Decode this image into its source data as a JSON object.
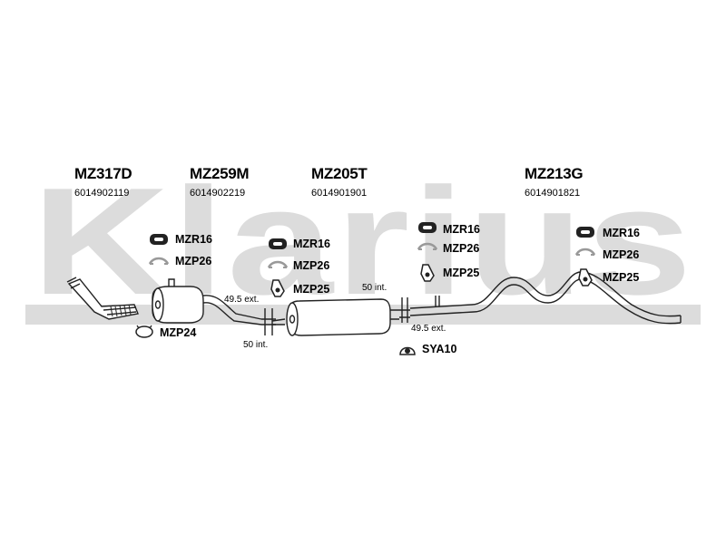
{
  "watermark": "Klarius",
  "parts": [
    {
      "code": "MZ317D",
      "ref": "6014902119"
    },
    {
      "code": "MZ259M",
      "ref": "6014902219"
    },
    {
      "code": "MZ205T",
      "ref": "6014901901"
    },
    {
      "code": "MZ213G",
      "ref": "6014901821"
    }
  ],
  "fittings": {
    "g1": {
      "rubber": "MZR16",
      "clamp": "MZP26"
    },
    "g2": {
      "rubber": "MZR16",
      "clamp": "MZP26",
      "bracket": "MZP25"
    },
    "g3": {
      "rubber": "MZR16",
      "clamp": "MZP26",
      "bracket": "MZP25"
    },
    "g4": {
      "rubber": "MZR16",
      "clamp": "MZP26",
      "bracket": "MZP25"
    },
    "front_clamp": "MZP24",
    "sealing_ring": "SYA10"
  },
  "dimensions": {
    "d1": "49.5 ext.",
    "d2": "50 int.",
    "d3": "50 int.",
    "d4": "49.5 ext."
  },
  "colors": {
    "watermark": "#dcdcdc",
    "line": "#222222"
  }
}
